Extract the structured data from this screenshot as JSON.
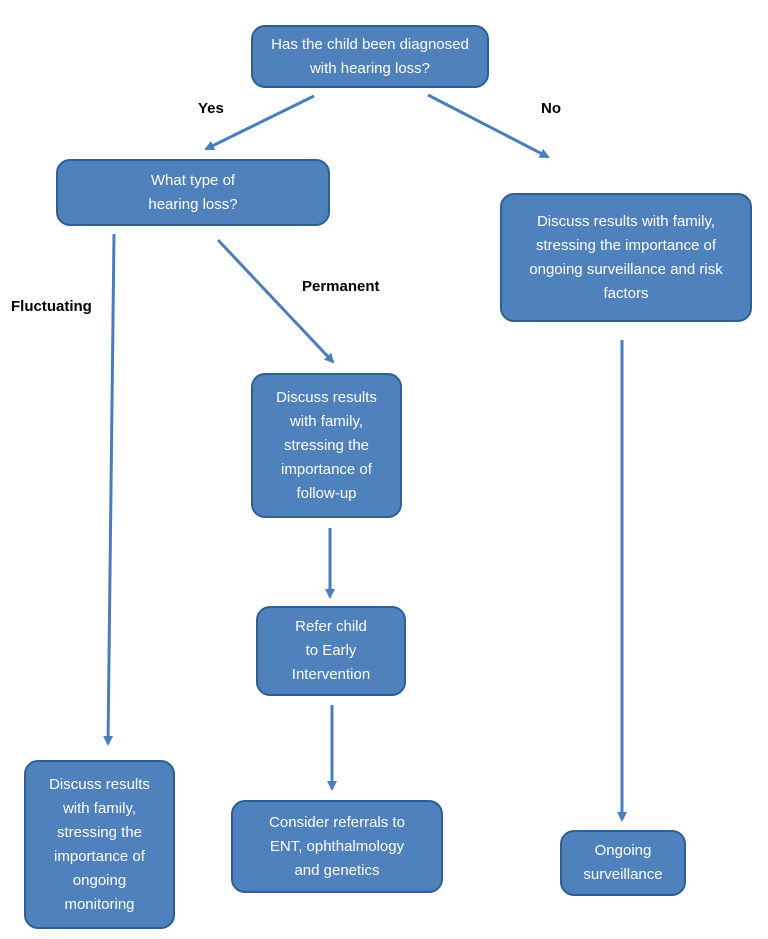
{
  "nodes": {
    "diagnosed": "Has the child been diagnosed\nwith hearing loss?",
    "type": "What type of\nhearing loss?",
    "discuss_no": "Discuss results with family,\nstressing the importance of\nongoing surveillance and risk\nfactors",
    "discuss_permanent": "Discuss results\nwith family,\nstressing the\nimportance of\nfollow-up",
    "refer": "Refer child\nto Early\nIntervention",
    "consider": "Consider referrals to\nENT, ophthalmology\nand genetics",
    "discuss_fluctuating": "Discuss results\nwith family,\nstressing the\nimportance of\nongoing\nmonitoring",
    "surveillance": "Ongoing\nsurveillance"
  },
  "labels": {
    "yes": "Yes",
    "no": "No",
    "fluctuating": "Fluctuating",
    "permanent": "Permanent"
  },
  "colors": {
    "node_fill": "#4f81bd",
    "node_border": "#2f5f92",
    "arrow": "#4a7ebb"
  }
}
